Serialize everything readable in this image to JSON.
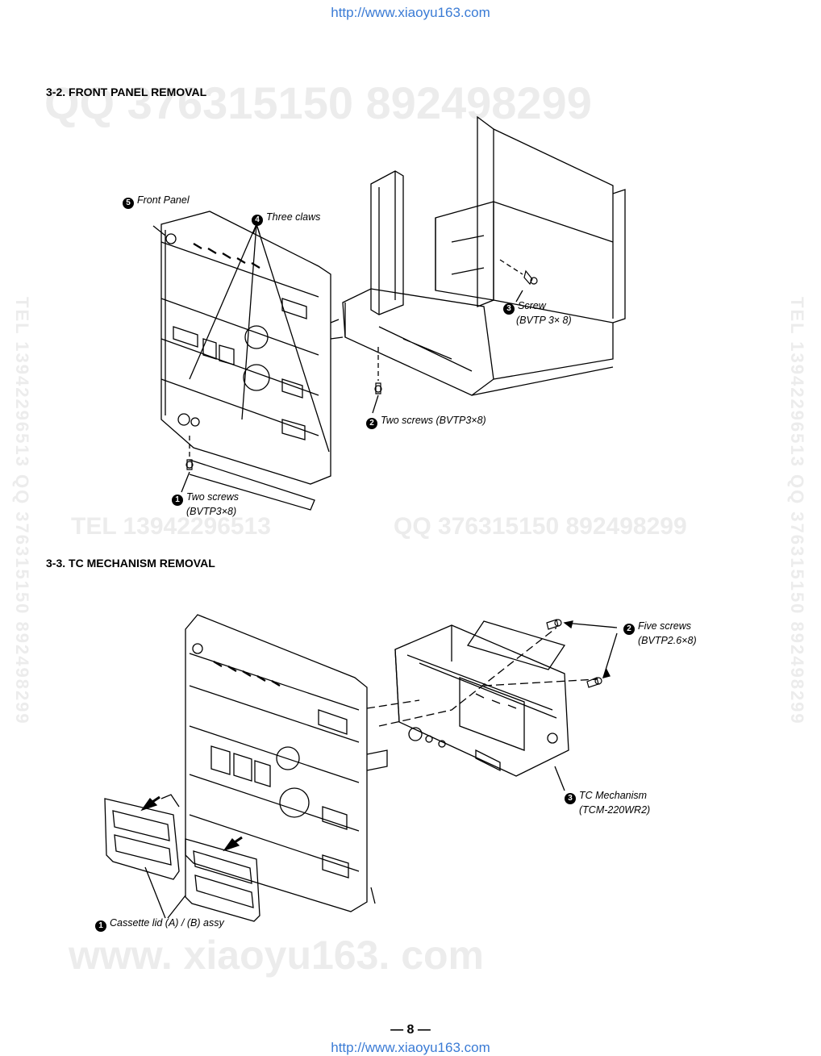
{
  "url_top": "http://www.xiaoyu163.com",
  "url_bottom": "http://www.xiaoyu163.com",
  "watermarks": {
    "qq_top": "QQ 376315150   892498299",
    "tel_mid": "TEL 13942296513",
    "qq_mid": "QQ 376315150 892498299",
    "side_left": "TEL 13942296513 QQ 376315150 892498299",
    "side_right": "TEL 13942296513 QQ 376315150 892498299",
    "www": "www. xiaoyu163. com"
  },
  "section1": {
    "heading": "3-2. FRONT PANEL REMOVAL",
    "labels": {
      "front_panel": {
        "num": "5",
        "text": "Front Panel"
      },
      "three_claws": {
        "num": "4",
        "text": "Three claws"
      },
      "screw": {
        "num": "3",
        "text": "Screw",
        "spec": "(BVTP 3× 8)"
      },
      "two_screws_2": {
        "num": "2",
        "text": "Two screws (BVTP3×8)"
      },
      "two_screws_1": {
        "num": "1",
        "text": "Two screws",
        "spec": "(BVTP3×8)"
      }
    }
  },
  "section2": {
    "heading": "3-3. TC MECHANISM REMOVAL",
    "labels": {
      "five_screws": {
        "num": "2",
        "text": "Five screws",
        "spec": "(BVTP2.6×8)"
      },
      "tc_mechanism": {
        "num": "3",
        "text": "TC Mechanism",
        "spec": "(TCM-220WR2)"
      },
      "cassette_lid": {
        "num": "1",
        "text": "Cassette lid (A) / (B) assy"
      }
    }
  },
  "page_number": "— 8 —"
}
